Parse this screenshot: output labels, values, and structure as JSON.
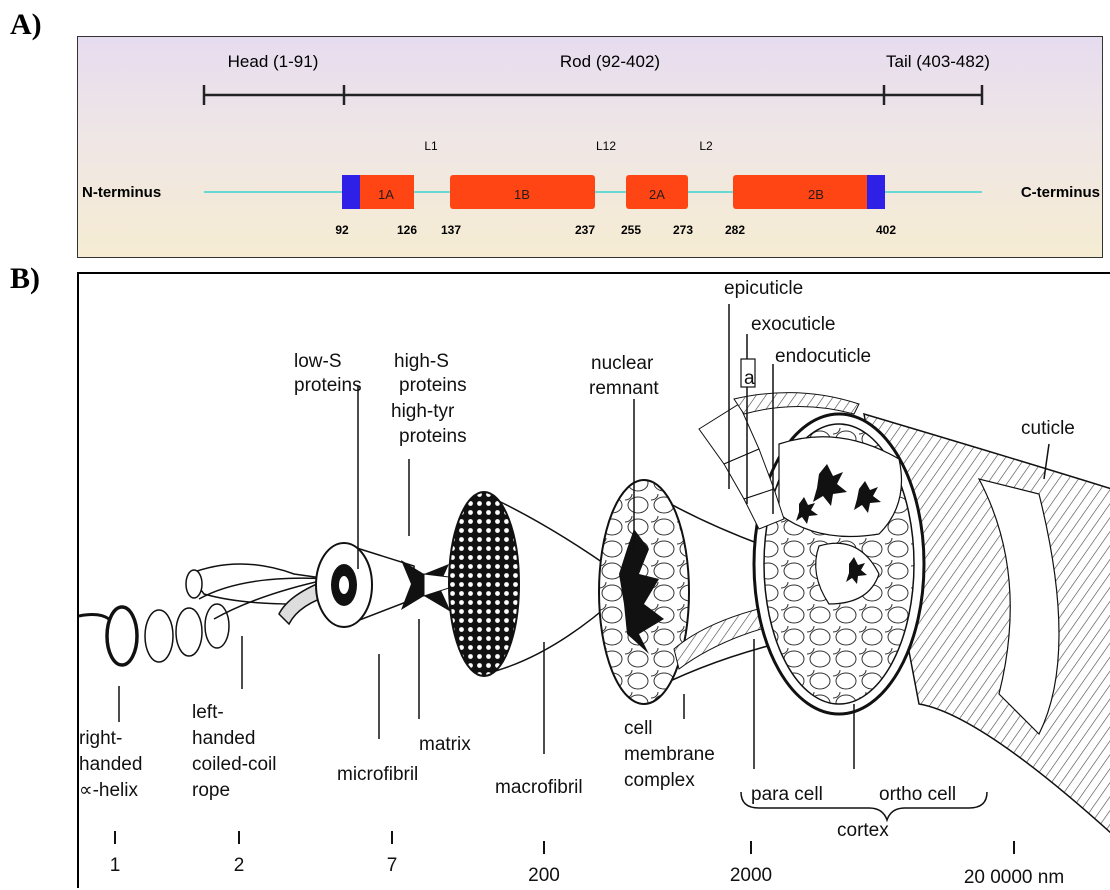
{
  "panels": {
    "a_label": "A)",
    "b_label": "B)"
  },
  "panel_a": {
    "head_label": "Head (1-91)",
    "rod_label": "Rod (92-402)",
    "tail_label": "Tail (403-482)",
    "n_terminus": "N-terminus",
    "c_terminus": "C-terminus",
    "linkers": [
      "L1",
      "L12",
      "L2"
    ],
    "segments": [
      "1A",
      "1B",
      "2A",
      "2B"
    ],
    "positions": [
      "92",
      "126",
      "137",
      "237",
      "255",
      "273",
      "282",
      "402"
    ],
    "colors": {
      "segment": "#ff4514",
      "cap": "#2e20e6",
      "line": "#68d9d3"
    }
  },
  "panel_b": {
    "labels": {
      "epicuticle": "epicuticle",
      "exocuticle": "exocuticle",
      "endocuticle": "endocuticle",
      "a": "a",
      "cuticle": "cuticle",
      "low_s_1": "low-S",
      "low_s_2": "proteins",
      "high_s_1": "high-S",
      "high_s_2": "proteins",
      "high_tyr_1": "high-tyr",
      "high_tyr_2": "proteins",
      "nuclear_1": "nuclear",
      "nuclear_2": "remnant",
      "rh_1": "right-",
      "rh_2": "handed",
      "rh_3": "∝-helix",
      "lh_1": "left-",
      "lh_2": "handed",
      "lh_3": "coiled-coil",
      "lh_4": "rope",
      "matrix": "matrix",
      "microfibril": "microfibril",
      "macrofibril": "macrofibril",
      "cmc_1": "cell",
      "cmc_2": "membrane",
      "cmc_3": "complex",
      "para_cell": "para cell",
      "ortho_cell": "ortho cell",
      "cortex": "cortex"
    },
    "scale": [
      "1",
      "2",
      "7",
      "200",
      "2000",
      "20 0000 nm"
    ]
  }
}
